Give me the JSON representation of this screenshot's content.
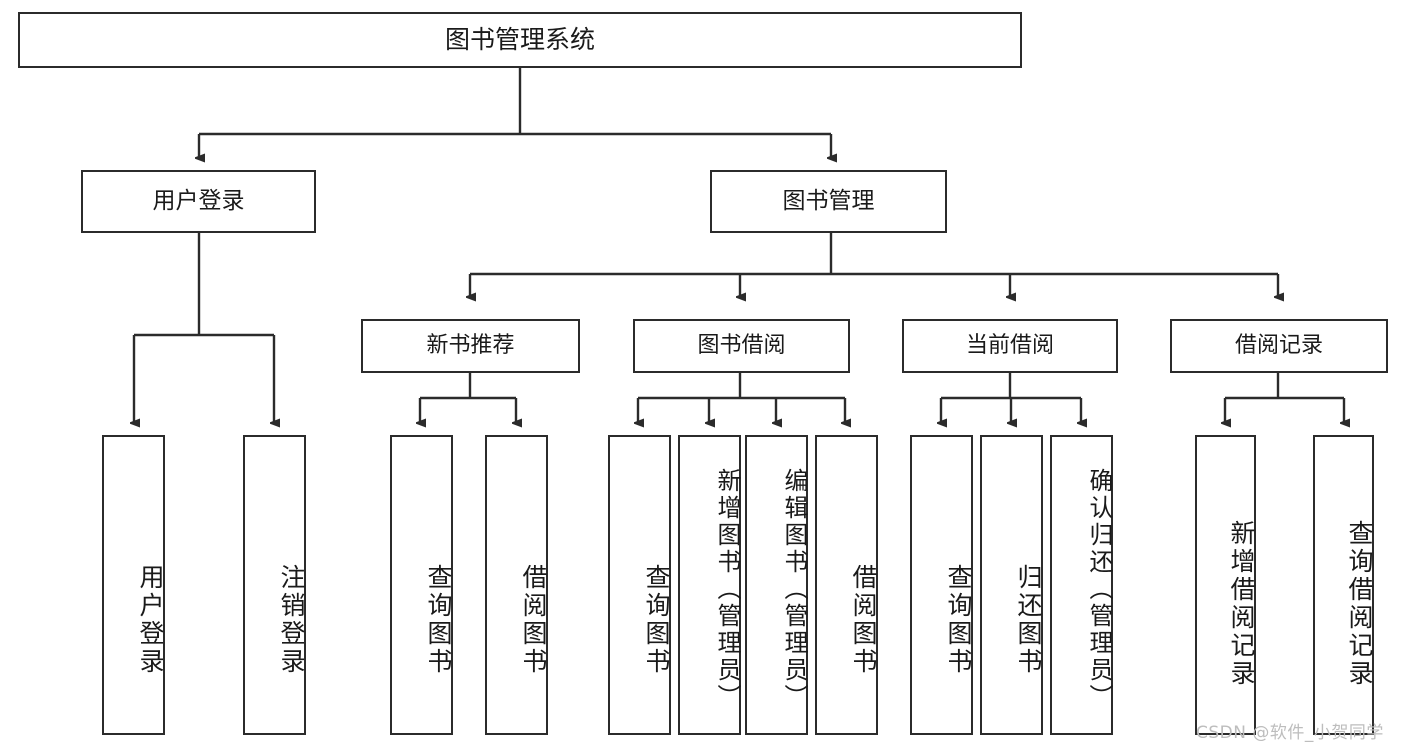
{
  "diagram": {
    "title": "图书管理系统",
    "watermark": "CSDN @软件_小贺同学",
    "stroke_color": "#2b2b2b",
    "background_color": "#ffffff",
    "root": {
      "label": "图书管理系统"
    },
    "level2": [
      {
        "label": "用户登录"
      },
      {
        "label": "图书管理"
      }
    ],
    "level3": [
      {
        "label": "新书推荐"
      },
      {
        "label": "图书借阅"
      },
      {
        "label": "当前借阅"
      },
      {
        "label": "借阅记录"
      }
    ],
    "leaves": [
      {
        "label": "用户登录"
      },
      {
        "label": "注销登录"
      },
      {
        "label": "查询图书"
      },
      {
        "label": "借阅图书"
      },
      {
        "label": "查询图书"
      },
      {
        "label": "新增图书（管理员）"
      },
      {
        "label": "编辑图书（管理员）"
      },
      {
        "label": "借阅图书"
      },
      {
        "label": "查询图书"
      },
      {
        "label": "归还图书"
      },
      {
        "label": "确认归还（管理员）"
      },
      {
        "label": "新增借阅记录"
      },
      {
        "label": "查询借阅记录"
      }
    ]
  }
}
